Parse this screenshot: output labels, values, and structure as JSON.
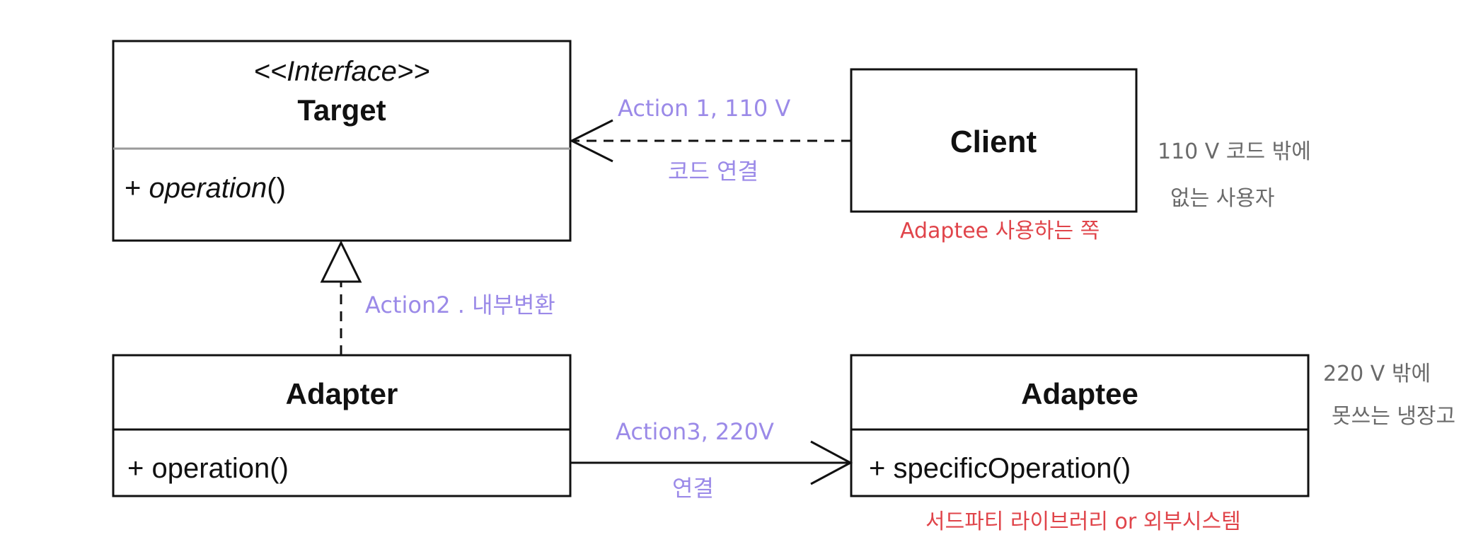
{
  "colors": {
    "background": "#ffffff",
    "stroke": "#111111",
    "separator": "#9a9a9a",
    "purple_note": "#9b8ae8",
    "red_note": "#e0444a",
    "gray_note": "#6a6a6a"
  },
  "target": {
    "stereotype": "<<Interface>>",
    "name": "Target",
    "operation_prefix": "+ ",
    "operation_name": "operation",
    "operation_suffix": "()"
  },
  "client": {
    "name": "Client"
  },
  "adapter": {
    "name": "Adapter",
    "operation": "+ operation()"
  },
  "adaptee": {
    "name": "Adaptee",
    "operation": "+ specificOperation()"
  },
  "notes": {
    "action1_line1": "Action 1,  110 V",
    "action1_line2": "코드 연결",
    "action2": "Action2 . 내부변환",
    "action3_line1": "Action3,  220V",
    "action3_line2": "연결",
    "client_side": "Adaptee 사용하는 쪽",
    "client_desc_line1": "110 V 코드 밖에",
    "client_desc_line2": "없는  사용자",
    "adaptee_side": "서드파티 라이브러리 or 외부시스템",
    "adaptee_desc_line1": "220 V 밖에",
    "adaptee_desc_line2": "못쓰는 냉장고"
  }
}
